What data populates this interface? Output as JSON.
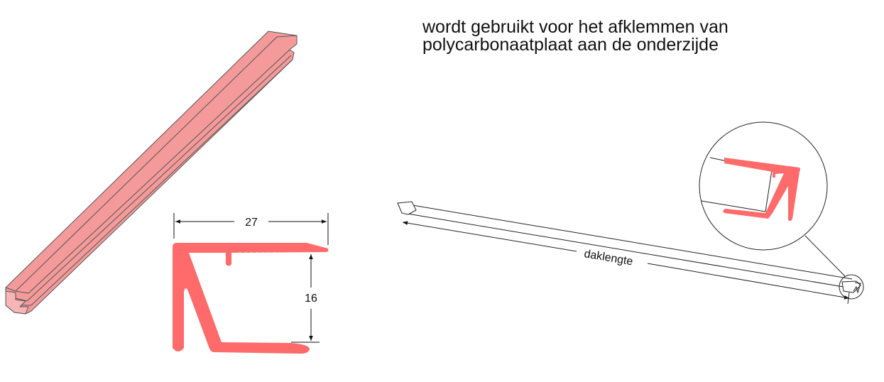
{
  "description": {
    "line1": "wordt gebruikt voor het afklemmen van",
    "line2": "polycarbonaatplaat aan de onderzijde"
  },
  "dimensions": {
    "width_label": "27",
    "height_label": "16",
    "length_label": "daklengte"
  },
  "colors": {
    "profile": "#ff6b6b",
    "profile_3d": "#f49a9a",
    "outline": "#333333"
  }
}
